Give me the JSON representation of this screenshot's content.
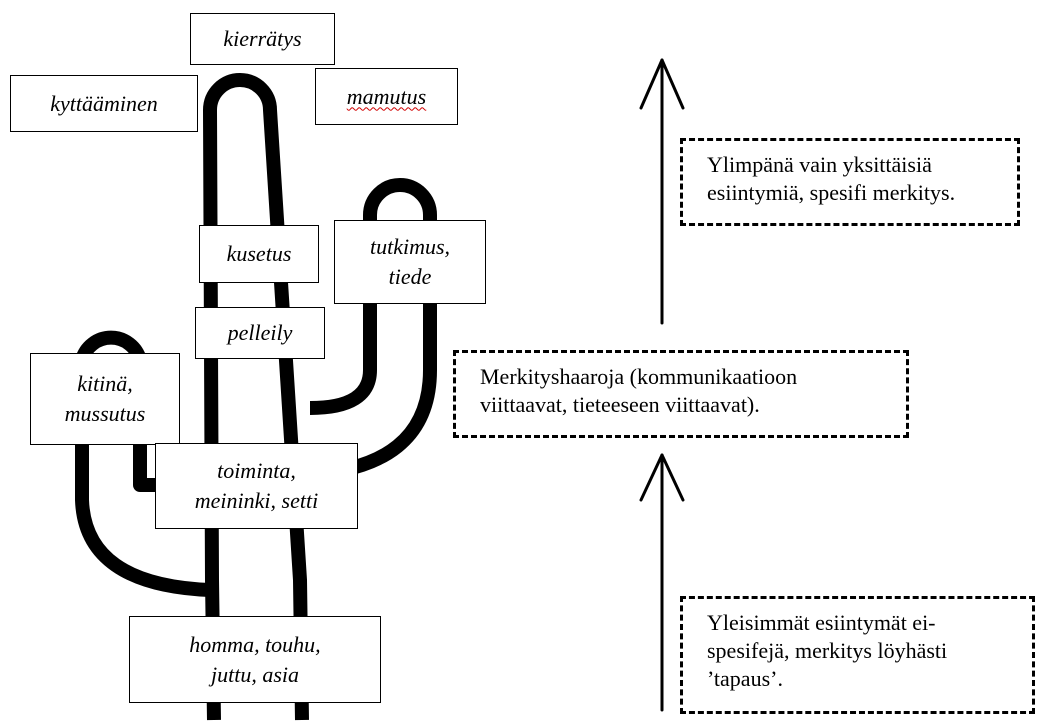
{
  "cactus_labels": {
    "kierratys": "kierrätys",
    "kyttaaminen": "kyttääminen",
    "mamutus": "mamutus",
    "kusetus": "kusetus",
    "tutkimus_line1": "tutkimus,",
    "tutkimus_line2": "tiede",
    "pelleily": "pelleily",
    "kitina_line1": "kitinä,",
    "kitina_line2": "mussutus",
    "toiminta_line1": "toiminta,",
    "toiminta_line2": "meininki, setti",
    "homma_line1": "homma, touhu,",
    "homma_line2": "juttu, asia"
  },
  "notes": {
    "top_line1": "Ylimpänä vain yksittäisiä",
    "top_line2": "esiintymiä, spesifi merkitys.",
    "middle_line1": "Merkityshaaroja (kommunikaatioon",
    "middle_line2": "viittaavat, tieteeseen viittaavat).",
    "bottom_line1": "Yleisimmät esiintymät ei-",
    "bottom_line2": "spesifejä, merkitys löyhästi",
    "bottom_line3": "’tapaus’."
  }
}
